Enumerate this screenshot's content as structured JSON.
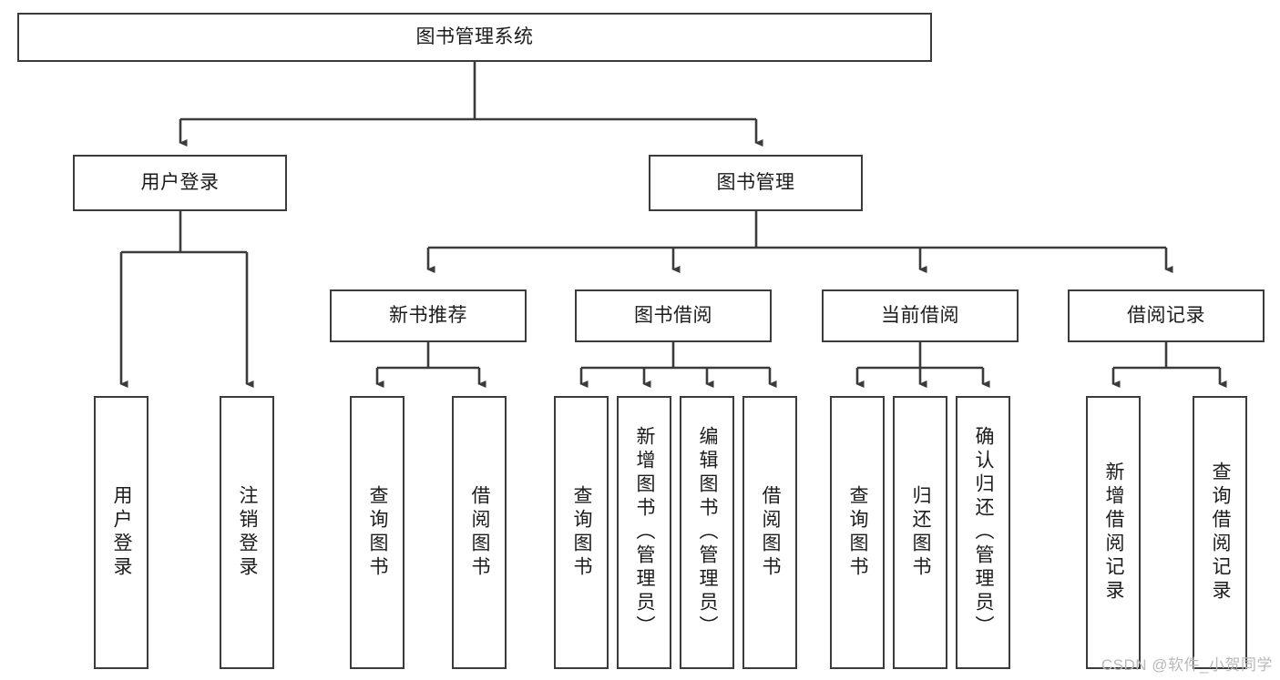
{
  "diagram": {
    "type": "tree",
    "title": "图书管理系统",
    "root": {
      "id": "root",
      "label": "图书管理系统"
    },
    "level2": [
      {
        "id": "user-login",
        "label": "用户登录"
      },
      {
        "id": "book-manage",
        "label": "图书管理"
      }
    ],
    "level3": [
      {
        "id": "new-book-rec",
        "label": "新书推荐",
        "parent": "book-manage"
      },
      {
        "id": "book-borrow",
        "label": "图书借阅",
        "parent": "book-manage"
      },
      {
        "id": "current-borrow",
        "label": "当前借阅",
        "parent": "book-manage"
      },
      {
        "id": "borrow-record",
        "label": "借阅记录",
        "parent": "book-manage"
      }
    ],
    "leaves": [
      {
        "id": "leaf-user-login",
        "label": "用户登录",
        "parent": "user-login"
      },
      {
        "id": "leaf-logout",
        "label": "注销登录",
        "parent": "user-login"
      },
      {
        "id": "leaf-query-book-1",
        "label": "查询图书",
        "parent": "new-book-rec"
      },
      {
        "id": "leaf-borrow-book-1",
        "label": "借阅图书",
        "parent": "new-book-rec"
      },
      {
        "id": "leaf-query-book-2",
        "label": "查询图书",
        "parent": "book-borrow"
      },
      {
        "id": "leaf-add-book",
        "label": "新增图书（管理员）",
        "parent": "book-borrow"
      },
      {
        "id": "leaf-edit-book",
        "label": "编辑图书（管理员）",
        "parent": "book-borrow"
      },
      {
        "id": "leaf-borrow-book-2",
        "label": "借阅图书",
        "parent": "book-borrow"
      },
      {
        "id": "leaf-query-book-3",
        "label": "查询图书",
        "parent": "current-borrow"
      },
      {
        "id": "leaf-return-book",
        "label": "归还图书",
        "parent": "current-borrow"
      },
      {
        "id": "leaf-confirm-return",
        "label": "确认归还（管理员）",
        "parent": "current-borrow"
      },
      {
        "id": "leaf-add-record",
        "label": "新增借阅记录",
        "parent": "borrow-record"
      },
      {
        "id": "leaf-query-record",
        "label": "查询借阅记录",
        "parent": "borrow-record"
      }
    ],
    "colors": {
      "stroke": "#3b3b3b",
      "fill": "#ffffff",
      "text": "#1b1b1b",
      "watermark": "#b9b9b9"
    }
  },
  "watermark": {
    "text": "CSDN @软件_小贺同学"
  }
}
